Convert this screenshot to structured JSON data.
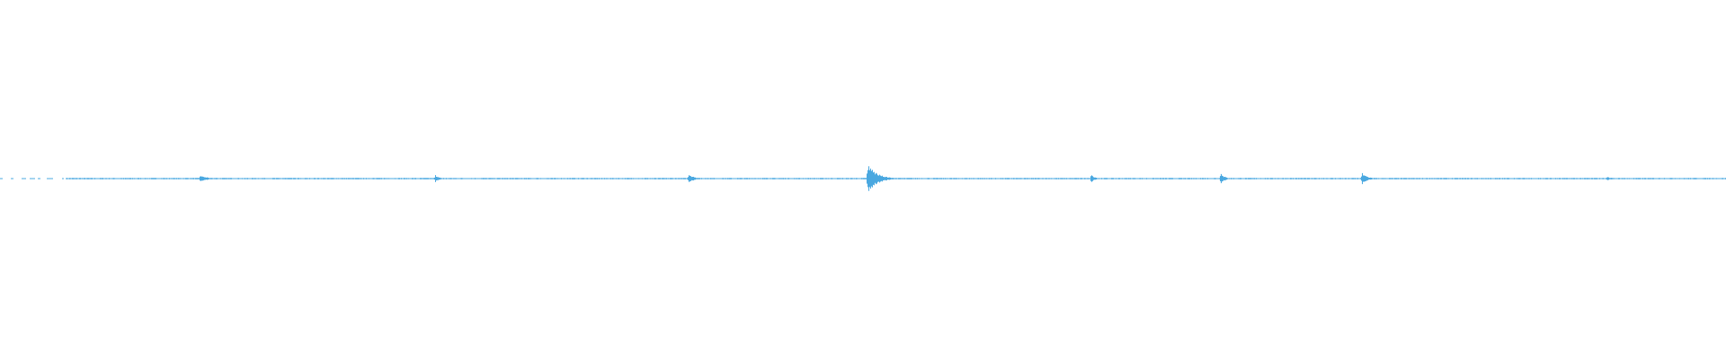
{
  "colors": {
    "background": "#ffffff",
    "waveform": "#4aa8e0"
  },
  "waveform": {
    "leading_gap_fraction": 0.038,
    "peak_amplitude": 1.0,
    "events": [
      {
        "t": 0.116,
        "amplitude": 0.22,
        "width": 0.004
      },
      {
        "t": 0.168,
        "amplitude": 0.05,
        "width": 0.003
      },
      {
        "t": 0.211,
        "amplitude": 0.04,
        "width": 0.002
      },
      {
        "t": 0.252,
        "amplitude": 0.28,
        "width": 0.002
      },
      {
        "t": 0.399,
        "amplitude": 0.32,
        "width": 0.003
      },
      {
        "t": 0.443,
        "amplitude": 0.04,
        "width": 0.002
      },
      {
        "t": 0.503,
        "amplitude": 1.0,
        "width": 0.005
      },
      {
        "t": 0.632,
        "amplitude": 0.28,
        "width": 0.002
      },
      {
        "t": 0.707,
        "amplitude": 0.45,
        "width": 0.002
      },
      {
        "t": 0.789,
        "amplitude": 0.4,
        "width": 0.003
      },
      {
        "t": 0.931,
        "amplitude": 0.12,
        "width": 0.004
      }
    ]
  }
}
